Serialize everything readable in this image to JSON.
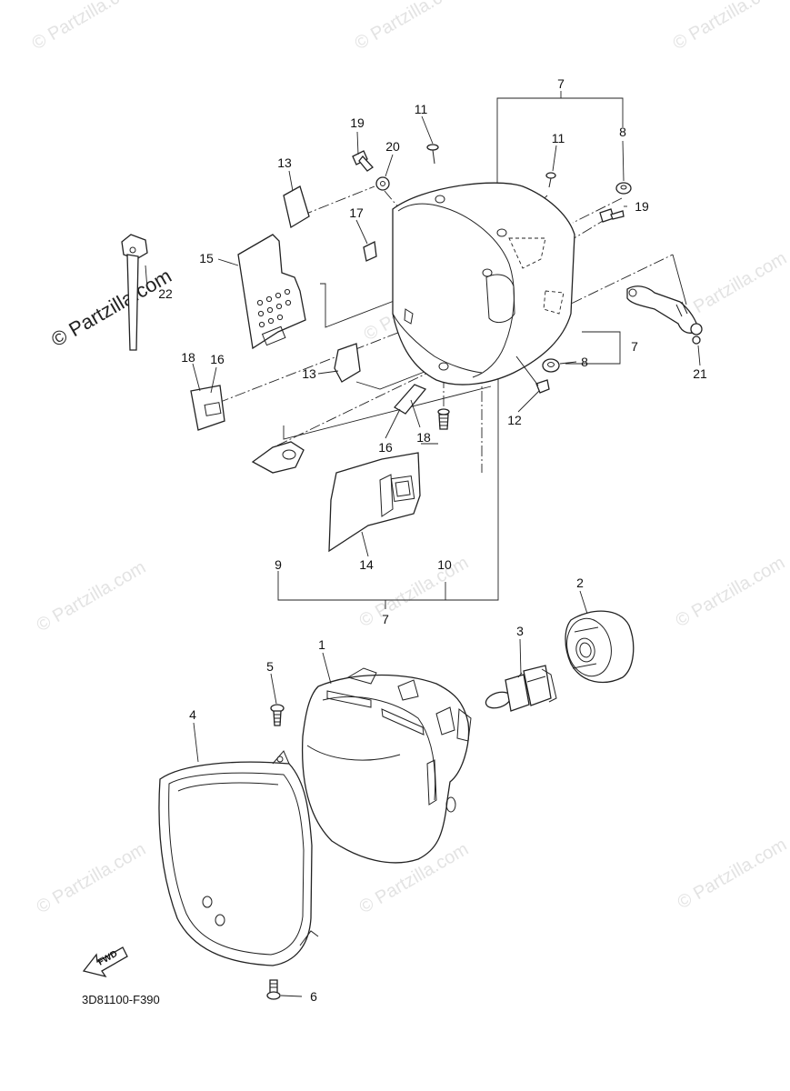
{
  "watermark": {
    "text": "© Partzilla.com",
    "prominent_text": "© Partzilla.com",
    "color": "#e3e3e3"
  },
  "drawing_code": "3D81100-F390",
  "fwd_label": "FWD",
  "callouts": {
    "c1": "1",
    "c2": "2",
    "c3": "3",
    "c4": "4",
    "c5": "5",
    "c6": "6",
    "c7_top": "7",
    "c7_right": "7",
    "c7_bottom": "7",
    "c8_top": "8",
    "c8_right": "8",
    "c9": "9",
    "c10": "10",
    "c11_a": "11",
    "c11_b": "11",
    "c12": "12",
    "c13_a": "13",
    "c13_b": "13",
    "c14": "14",
    "c15": "15",
    "c16_a": "16",
    "c16_b": "16",
    "c17": "17",
    "c18_a": "18",
    "c18_b": "18",
    "c19_a": "19",
    "c19_b": "19",
    "c20": "20",
    "c21": "21",
    "c22": "22"
  }
}
